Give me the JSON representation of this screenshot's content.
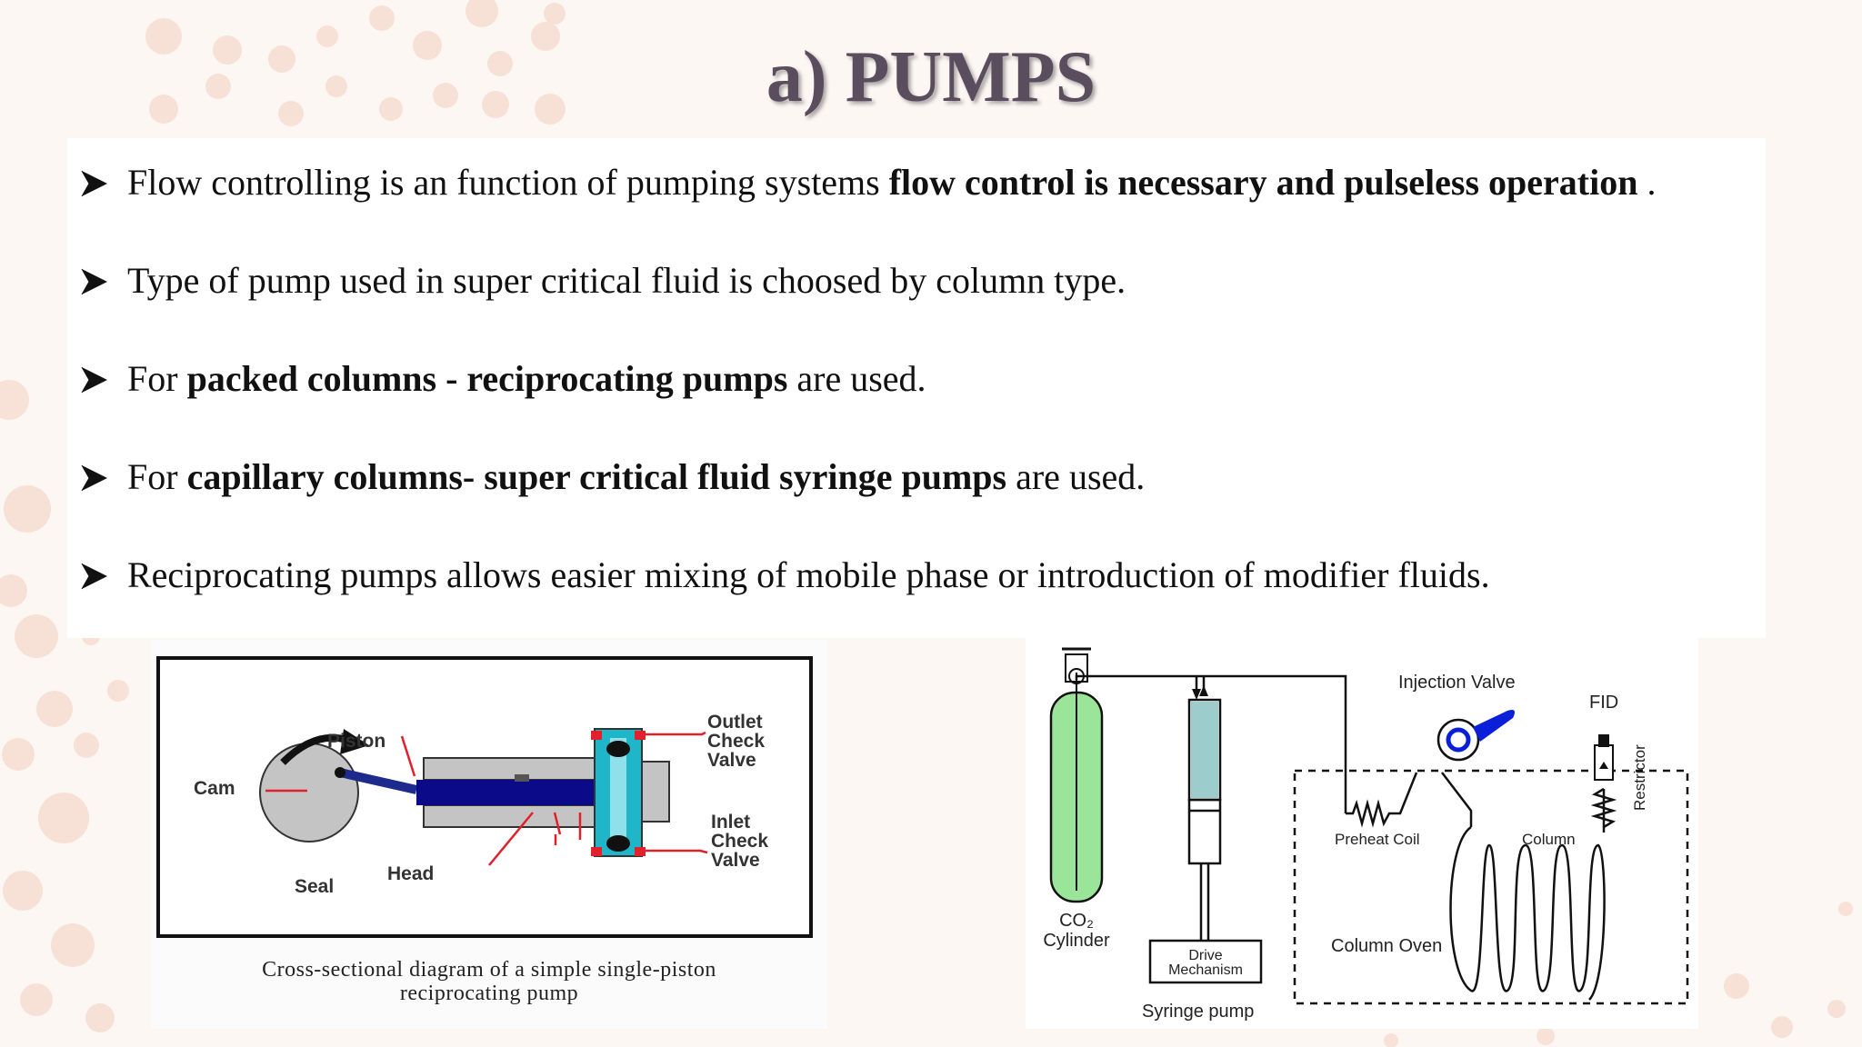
{
  "slide": {
    "title": "a) PUMPS",
    "bullets": [
      [
        {
          "text": "Flow controlling is an function of pumping systems ",
          "bold": false
        },
        {
          "text": "flow control is necessary and pulseless operation",
          "bold": true
        },
        {
          "text": " .",
          "bold": false
        }
      ],
      [
        {
          "text": "Type of pump used in super critical fluid is choosed by column type.",
          "bold": false
        }
      ],
      [
        {
          "text": "For ",
          "bold": false
        },
        {
          "text": "packed columns - reciprocating pumps",
          "bold": true
        },
        {
          "text": " are used.",
          "bold": false
        }
      ],
      [
        {
          "text": "For ",
          "bold": false
        },
        {
          "text": "capillary columns- super critical fluid syringe pumps",
          "bold": true
        },
        {
          "text": " are used.",
          "bold": false
        }
      ],
      [
        {
          "text": "Reciprocating pumps allows easier mixing of mobile phase or introduction of modifier fluids.",
          "bold": false
        }
      ]
    ]
  },
  "pump_diagram": {
    "labels": {
      "piston": "Piston",
      "cam": "Cam",
      "seal": "Seal",
      "head": "Head",
      "outlet_valve": [
        "Outlet",
        "Check",
        "Valve"
      ],
      "inlet_valve": [
        "Inlet",
        "Check",
        "Valve"
      ]
    },
    "caption_line1": "Cross-sectional diagram of a simple single-piston",
    "caption_line2": "reciprocating pump"
  },
  "sfc_diagram": {
    "labels": {
      "injection_valve": "Injection Valve",
      "fid": "FID",
      "co2_line1": "CO₂",
      "co2_line2": "Cylinder",
      "drive_line1": "Drive",
      "drive_line2": "Mechanism",
      "syringe_pump": "Syringe pump",
      "preheat_coil": "Preheat Coil",
      "column": "Column",
      "restrictor": "Restrictor",
      "column_oven": "Column Oven"
    }
  },
  "colors": {
    "title": "#5a4e5e",
    "background": "#fdf7f4",
    "dots": "#f6d9cc",
    "red_line": "#e0202a",
    "piston_blue": "#0b0b8a",
    "valve_teal": "#1fb6c9",
    "cylinder_green": "#9be59b",
    "syringe_teal": "#9ccdcc",
    "valve_blue": "#0a1fd8"
  }
}
